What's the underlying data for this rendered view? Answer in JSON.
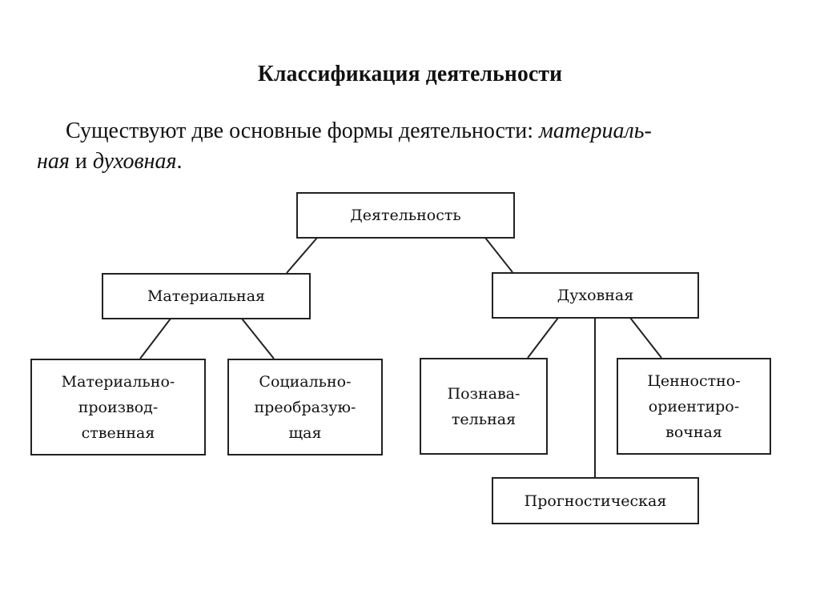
{
  "title": "Классификация деятельности",
  "intro": {
    "line1_plain": "Существуют две основные формы деятельности: ",
    "line1_italic": "материаль-",
    "line2_italic_a": "ная",
    "line2_plain": " и ",
    "line2_italic_b": "духовная",
    "line2_end": "."
  },
  "diagram": {
    "root": "Деятельность",
    "material": {
      "label": "Материальная",
      "children": [
        [
          "Материально-",
          "производ-",
          "ственная"
        ],
        [
          "Социально-",
          "преобразую-",
          "щая"
        ]
      ]
    },
    "spiritual": {
      "label": "Духовная",
      "children": [
        [
          "Познава-",
          "тельная"
        ],
        [
          "Ценностно-",
          "ориентиро-",
          "вочная"
        ],
        [
          "Прогностическая"
        ]
      ]
    }
  }
}
